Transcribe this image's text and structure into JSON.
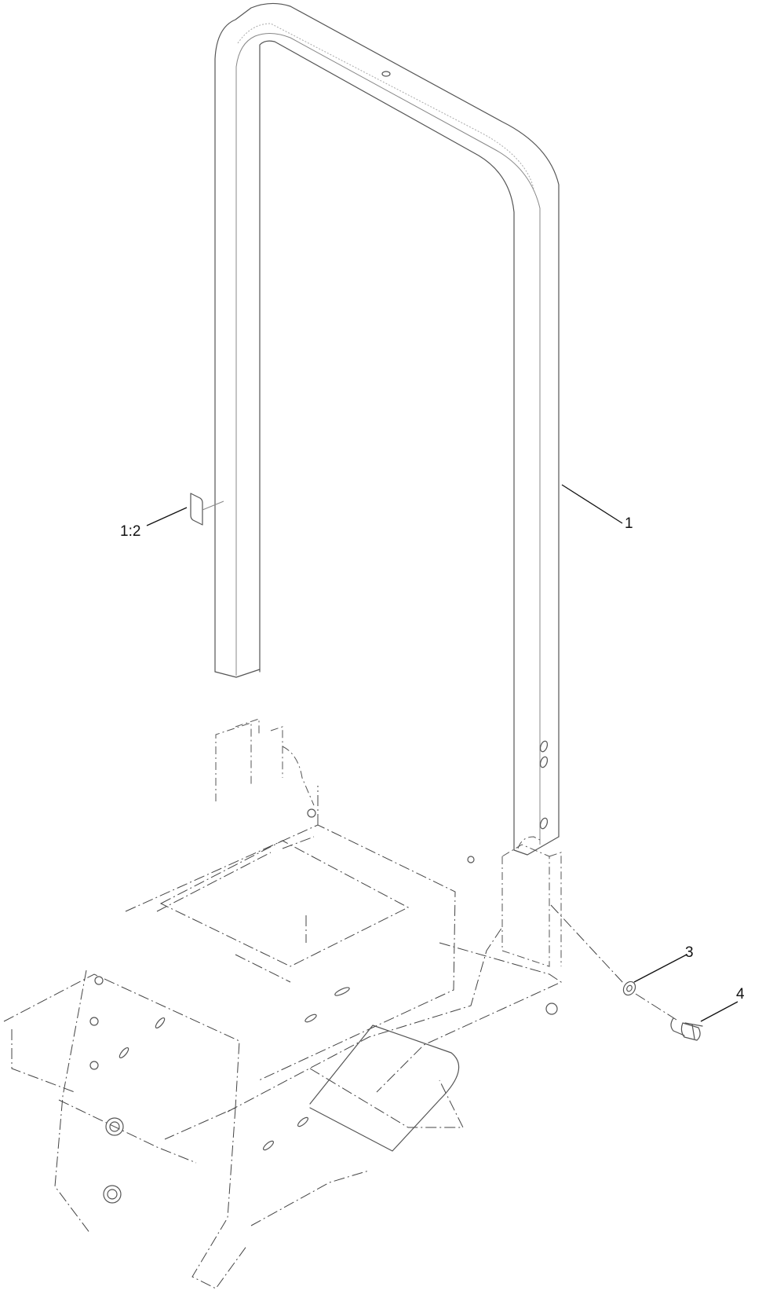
{
  "diagram": {
    "type": "exploded-parts-view",
    "subject": "Roll bar (ROPS hoop) mounting to frame",
    "callouts": [
      {
        "id": "1",
        "label": "1",
        "part": "roll-bar-hoop"
      },
      {
        "id": "1:2",
        "label": "1:2",
        "part": "decal-on-roll-bar"
      },
      {
        "id": "3",
        "label": "3",
        "part": "washer"
      },
      {
        "id": "4",
        "label": "4",
        "part": "bolt"
      }
    ],
    "phantom_parts": [
      "frame-assembly"
    ],
    "colors": {
      "line": "#555555",
      "leader": "#111111",
      "background": "#ffffff"
    }
  }
}
